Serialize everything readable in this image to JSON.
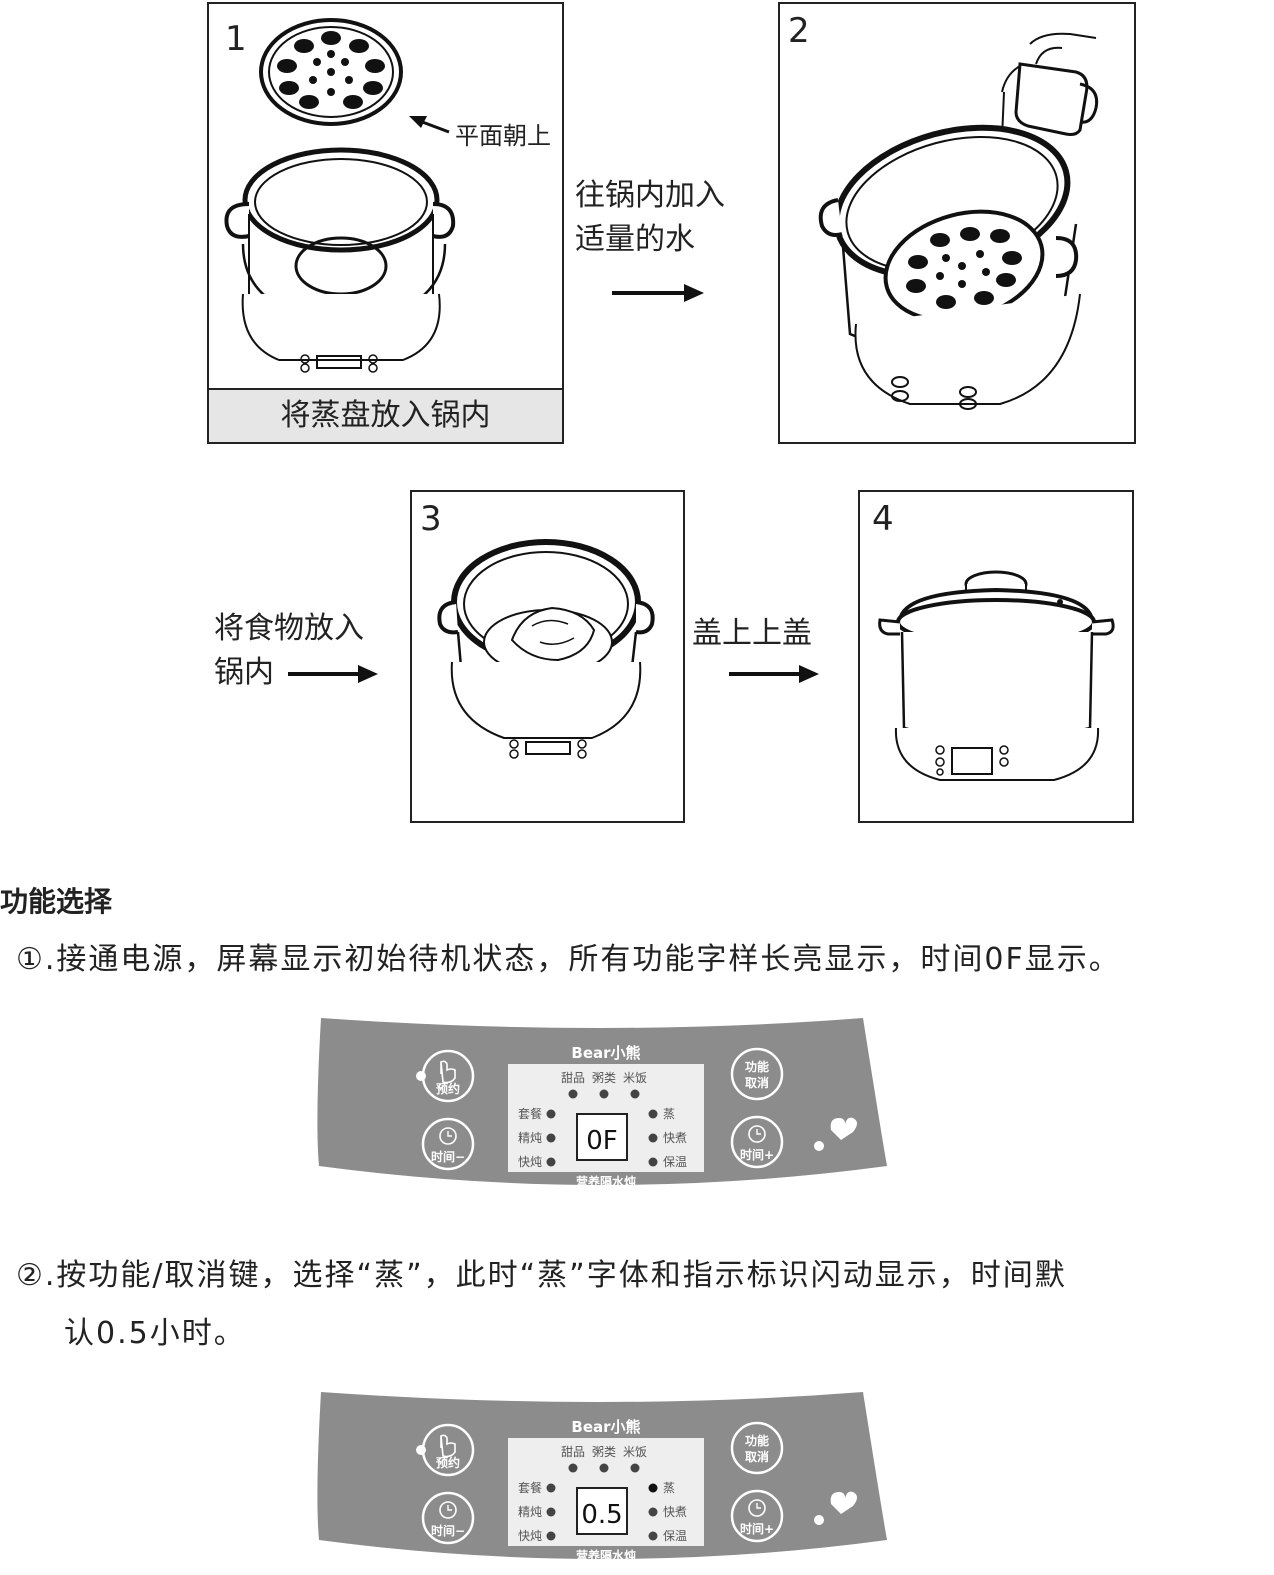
{
  "steps": [
    {
      "num": "1",
      "note": "平面朝上",
      "caption": "将蒸盘放入锅内"
    },
    {
      "num": "2"
    },
    {
      "num": "3"
    },
    {
      "num": "4"
    }
  ],
  "arrows": {
    "a1": [
      "往锅内加入",
      "适量的水"
    ],
    "a2": [
      "将食物放入",
      "锅内"
    ],
    "a3": "盖上上盖"
  },
  "section_title": "功能选择",
  "paragraphs": {
    "p1": "①.接通电源，屏幕显示初始待机状态，所有功能字样长亮显示，时间0F显示。",
    "p2_line1": "②.按功能/取消键，选择“蒸”，此时“蒸”字体和指示标识闪动显示，时间默",
    "p2_line2": "认0.5小时。"
  },
  "control_panels": [
    {
      "brand": "Bear小熊",
      "top_labels": [
        "甜品",
        "粥类",
        "米饭"
      ],
      "left_labels": [
        "套餐",
        "精炖",
        "快炖"
      ],
      "right_labels": [
        "蒸",
        "快煮",
        "保温"
      ],
      "display": "0F",
      "buttons": {
        "reserve": "预约",
        "function_l1": "功能",
        "function_l2": "取消",
        "time_minus": "时间−",
        "time_plus": "时间+"
      },
      "footer": "营养隔水炖",
      "active_right": -1
    },
    {
      "brand": "Bear小熊",
      "top_labels": [
        "甜品",
        "粥类",
        "米饭"
      ],
      "left_labels": [
        "套餐",
        "精炖",
        "快炖"
      ],
      "right_labels": [
        "蒸",
        "快煮",
        "保温"
      ],
      "display": "0.5",
      "buttons": {
        "reserve": "预约",
        "function_l1": "功能",
        "function_l2": "取消",
        "time_minus": "时间−",
        "time_plus": "时间+"
      },
      "footer": "营养隔水炖",
      "active_right": 0
    }
  ],
  "colors": {
    "panel": "#8c8c8c",
    "screen": "#eeeeee",
    "caption_bg": "#e6e6e6"
  }
}
